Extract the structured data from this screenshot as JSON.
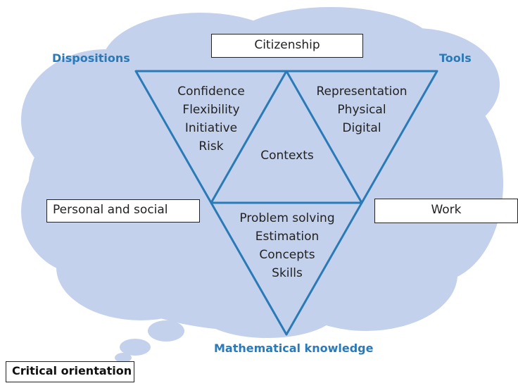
{
  "colors": {
    "cloud": "#c3d1ec",
    "triangle_stroke": "#2a7ab8",
    "accent_text": "#2a7ab8",
    "box_border": "#222222"
  },
  "corners": {
    "dispositions": "Dispositions",
    "tools": "Tools",
    "mathematical_knowledge": "Mathematical knowledge"
  },
  "boxes": {
    "citizenship": "Citizenship",
    "personal_social": "Personal and social",
    "work": "Work",
    "critical_orientation": "Critical orientation"
  },
  "triangles": {
    "dispositions": [
      "Confidence",
      "Flexibility",
      "Initiative",
      "Risk"
    ],
    "tools": [
      "Representation",
      "Physical",
      "Digital"
    ],
    "center": "Contexts",
    "knowledge": [
      "Problem solving",
      "Estimation",
      "Concepts",
      "Skills"
    ]
  }
}
